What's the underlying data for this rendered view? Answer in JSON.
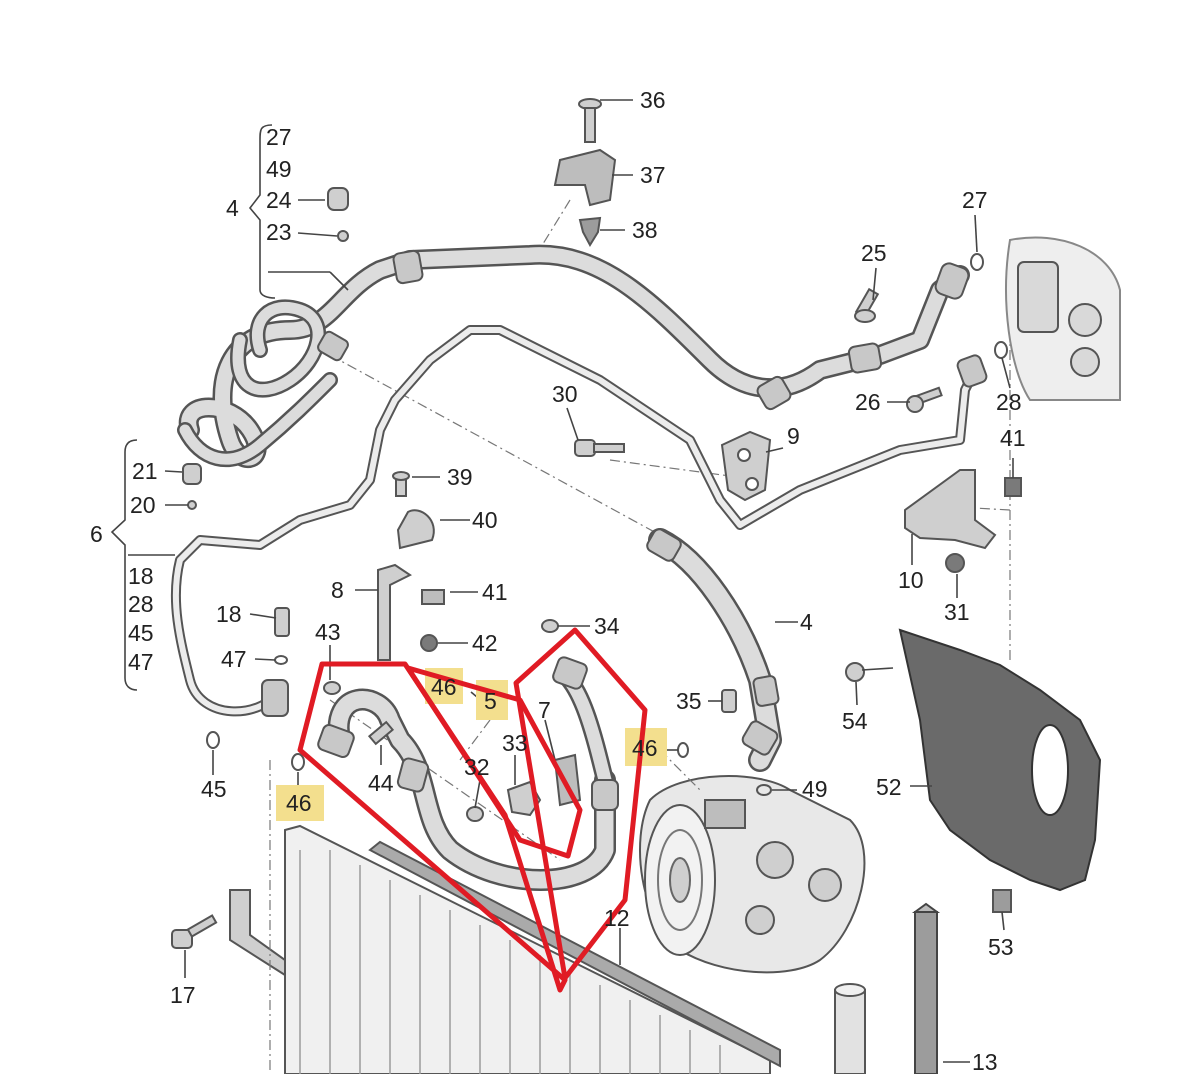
{
  "colors": {
    "line": "#555555",
    "part_fill": "#dcdcdc",
    "part_dark": "#7a7a7a",
    "highlight_box": "#f3df8e",
    "annotation_red": "#e01b24",
    "text": "#222222"
  },
  "part_numbers": {
    "p36": "36",
    "p37": "37",
    "p38": "38",
    "p27a": "27",
    "p49a": "49",
    "p24": "24",
    "p23": "23",
    "p4a": "4",
    "p27b": "27",
    "p25": "25",
    "p26": "26",
    "p28": "28",
    "p30": "30",
    "p9": "9",
    "p41a": "41",
    "p10": "10",
    "p31": "31",
    "p21": "21",
    "p20": "20",
    "p6": "6",
    "p18a": "18",
    "p28b": "28",
    "p45a": "45",
    "p47a": "47",
    "p39": "39",
    "p40": "40",
    "p8": "8",
    "p41b": "41",
    "p42": "42",
    "p18b": "18",
    "p47b": "47",
    "p43": "43",
    "p46a": "46",
    "p5": "5",
    "p34": "34",
    "p7": "7",
    "p33": "33",
    "p32": "32",
    "p4b": "4",
    "p35": "35",
    "p46b": "46",
    "p49b": "49",
    "p44": "44",
    "p45b": "45",
    "p46c": "46",
    "p54": "54",
    "p52": "52",
    "p53": "53",
    "p12": "12",
    "p17": "17",
    "p13": "13"
  },
  "highlighted_labels": [
    "p46a",
    "p5",
    "p46b",
    "p46c"
  ]
}
